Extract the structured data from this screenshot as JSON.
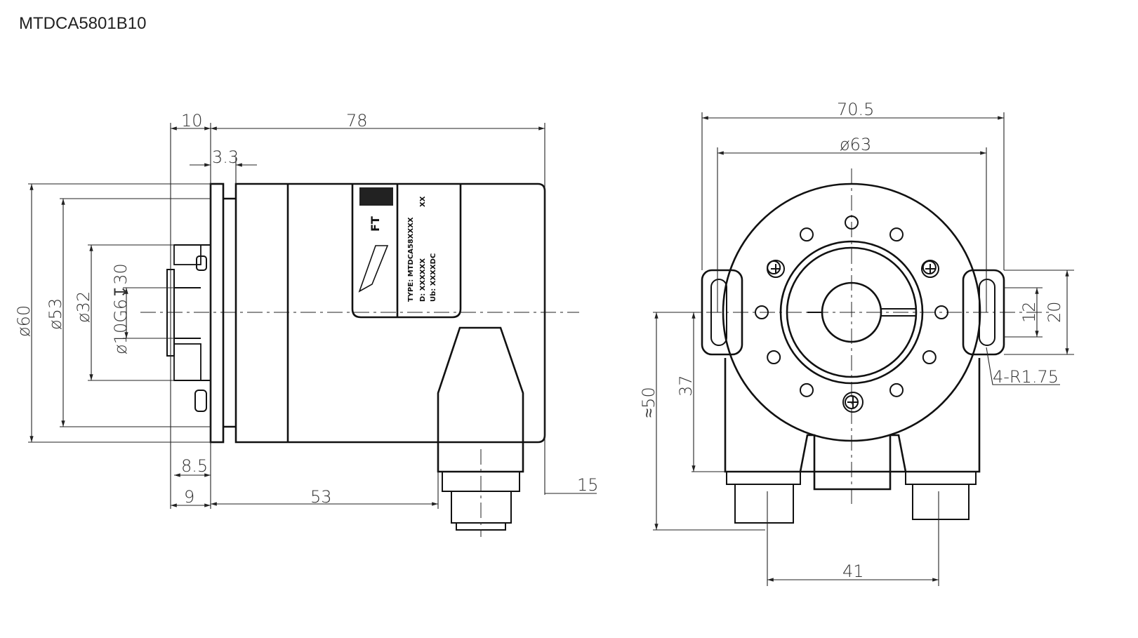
{
  "title": "MTDCA5801B10",
  "side_view": {
    "dimensions": {
      "d10": "10",
      "d78": "78",
      "d33": "3.3",
      "dia60": "ø60",
      "dia53": "ø53",
      "dia32": "ø32",
      "dia10": "ø10G6↧30",
      "d85": "8.5",
      "d9": "9",
      "d53": "53",
      "d15": "15"
    },
    "nameplate": {
      "type": "TYPE: MTDCA58XXXX",
      "d": "D:  XXXXXX",
      "ub": "Ub:  XXXXDC",
      "code": "XX",
      "logo": "FT"
    }
  },
  "front_view": {
    "dimensions": {
      "d705": "70.5",
      "dia63": "ø63",
      "d41": "41",
      "approx50": "≈50",
      "d37": "37",
      "d12": "12",
      "d20": "20",
      "r175": "4-R1.75"
    }
  }
}
